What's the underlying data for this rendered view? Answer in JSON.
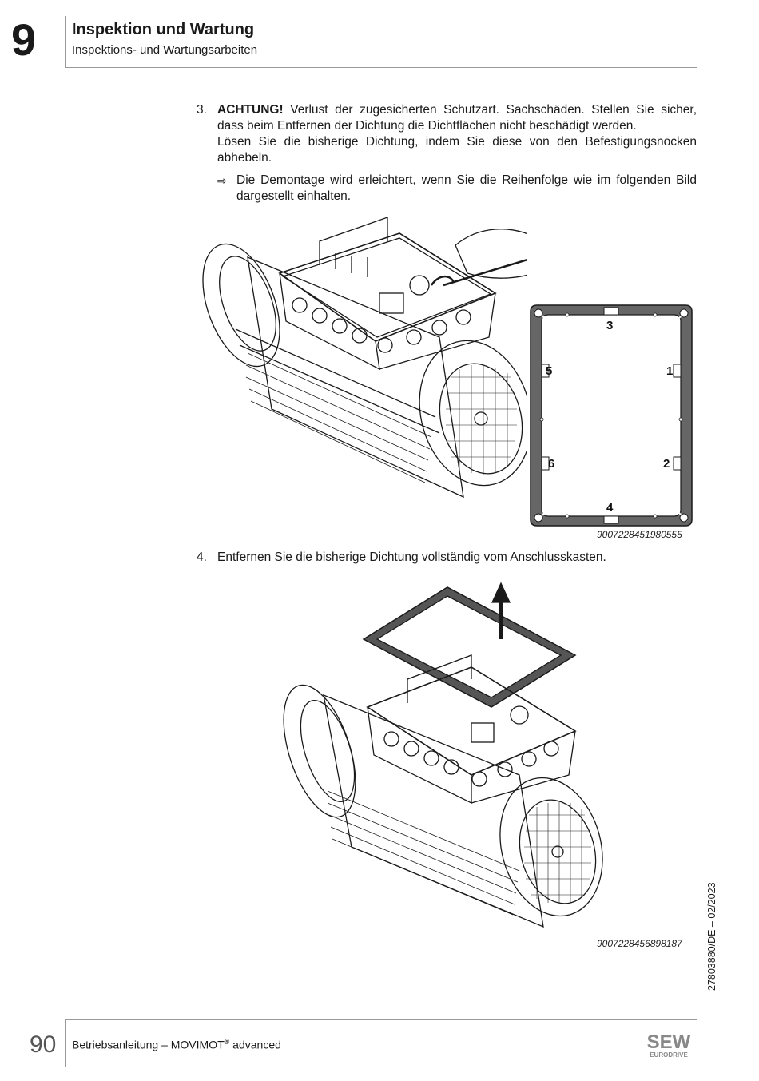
{
  "header": {
    "chapter_number": "9",
    "title": "Inspektion und Wartung",
    "subtitle": "Inspektions- und Wartungsarbeiten"
  },
  "steps": [
    {
      "number": "3.",
      "warning_label": "ACHTUNG!",
      "text_a": " Verlust der zugesicherten Schutzart. Sachschäden. Stellen Sie sicher, dass beim Entfernen der Dichtung die Dichtflächen nicht beschädigt werden.",
      "text_b": "Lösen Sie die bisherige Dichtung, indem Sie diese von den Befestigungsnocken abhebeln.",
      "note": "Die Demontage wird erleichtert, wenn Sie die Reihenfolge wie im folgenden Bild dargestellt einhalten."
    },
    {
      "number": "4.",
      "text": "Entfernen Sie die bisherige Dichtung vollständig vom Anschlusskasten."
    }
  ],
  "figure1": {
    "id": "9007228451980555",
    "gasket_labels": [
      "3",
      "5",
      "1",
      "6",
      "2",
      "4"
    ]
  },
  "figure2": {
    "id": "9007228456898187"
  },
  "doc_reference": "27803880/DE – 02/2023",
  "footer": {
    "page_number": "90",
    "text_prefix": "Betriebsanleitung – MOVIMOT",
    "registered": "®",
    "text_suffix": " advanced",
    "logo_top": "SEW",
    "logo_bottom": "EURODRIVE"
  }
}
